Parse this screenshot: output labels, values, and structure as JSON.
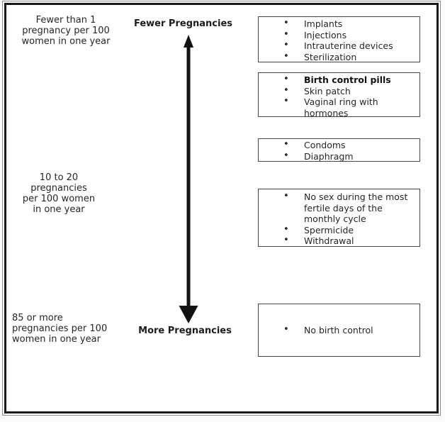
{
  "bullet_glyph": "•",
  "axis": {
    "top_label": "Fewer Pregnancies",
    "bottom_label": "More Pregnancies",
    "arrow_direction": "vertical-double-headed"
  },
  "rate_labels": {
    "top": "Fewer than 1\npregnancy per 100\nwomen in one year",
    "middle": "10 to 20\npregnancies\nper 100 women\nin one year",
    "bottom": "85 or more\npregnancies per 100\nwomen in one year"
  },
  "method_boxes": [
    {
      "items": [
        {
          "text": "Implants"
        },
        {
          "text": "Injections"
        },
        {
          "text": "Intrauterine devices"
        },
        {
          "text": "Sterilization"
        }
      ]
    },
    {
      "items": [
        {
          "text": "Birth control pills",
          "bold": true
        },
        {
          "text": "Skin patch"
        },
        {
          "text": "Vaginal ring with\nhormones"
        }
      ]
    },
    {
      "items": [
        {
          "text": "Condoms"
        },
        {
          "text": "Diaphragm"
        }
      ]
    },
    {
      "items": [
        {
          "text": "No sex during the most\nfertile days of the\nmonthly cycle"
        },
        {
          "text": "Spermicide"
        },
        {
          "text": "Withdrawal"
        }
      ]
    },
    {
      "items": [
        {
          "text": "No birth control"
        }
      ]
    }
  ],
  "colors": {
    "text": "#262626",
    "arrow": "#111111",
    "box_border": "#454545",
    "frame_border": "#181818",
    "frame_outline": "#8c8c8c",
    "background": "#ffffff"
  }
}
